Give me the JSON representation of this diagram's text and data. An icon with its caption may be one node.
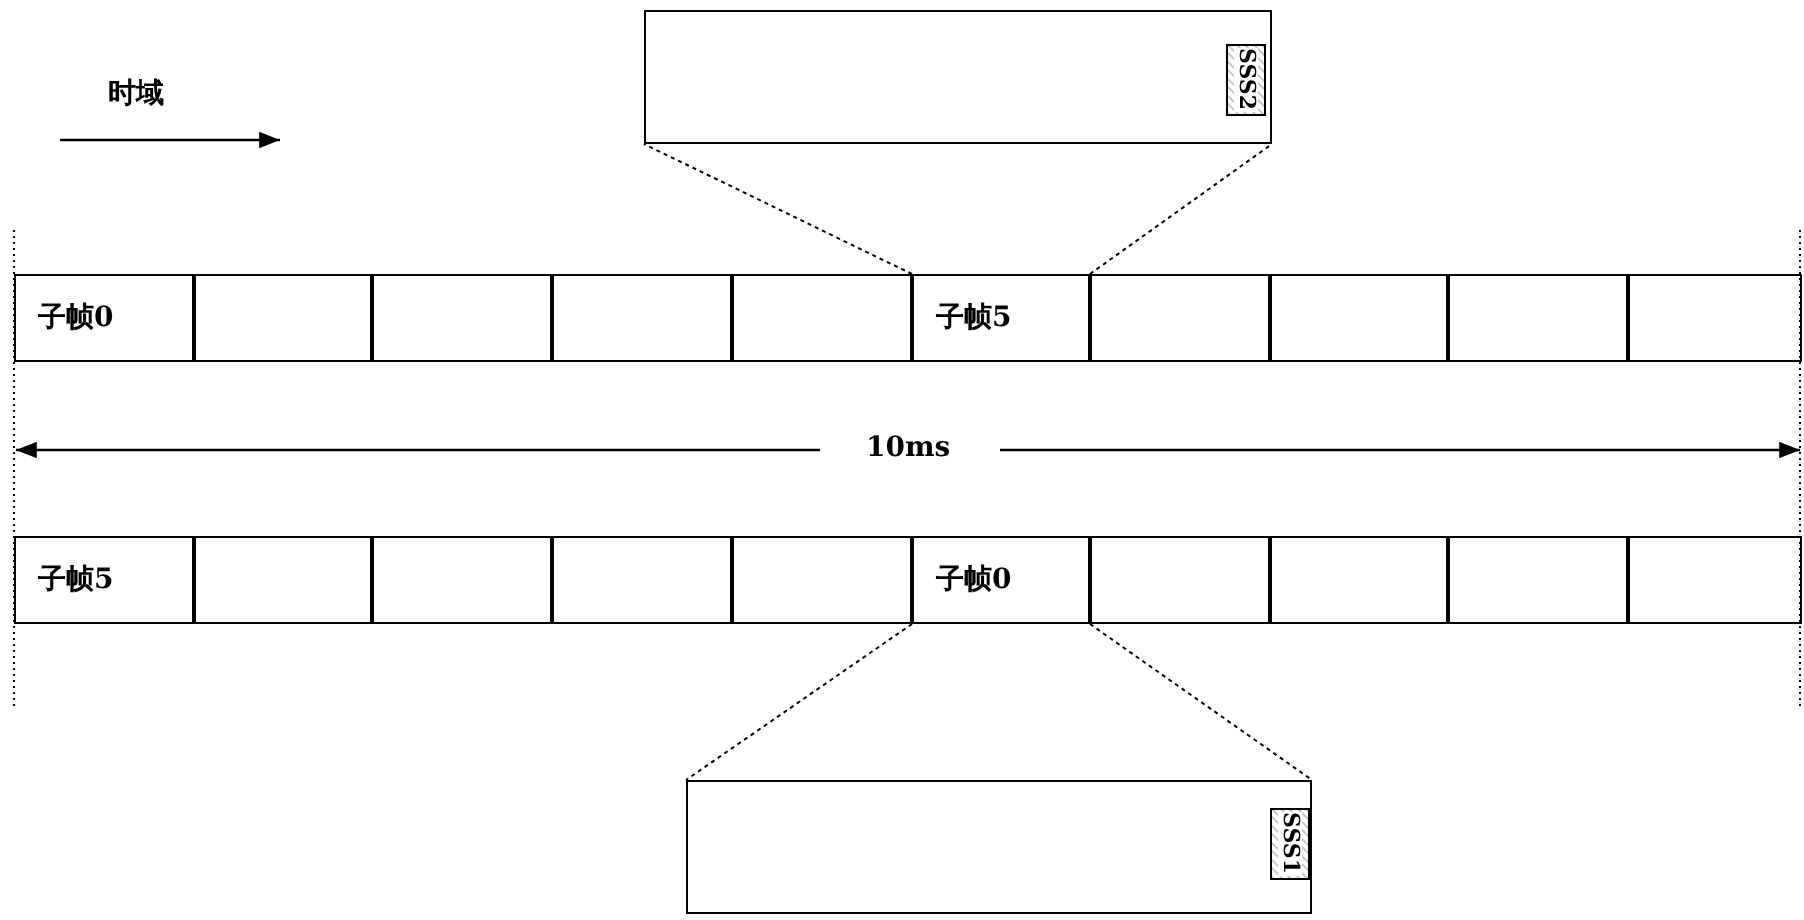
{
  "diagram": {
    "nodes": [
      {
        "text": [
          "子帧0"
        ]
      },
      {
        "text": [],
        "shape": "box"
      },
      {
        "text": [],
        "shape": "box"
      },
      {
        "text": [],
        "shape": "box"
      },
      {
        "text": [],
        "shape": "box"
      },
      {
        "text": [
          "子帧5"
        ]
      },
      {
        "text": [],
        "shape": "box"
      },
      {
        "text": [],
        "shape": "box"
      },
      {
        "text": [],
        "shape": "box"
      },
      {
        "text": [],
        "shape": "box"
      },
      {
        "text": [
          "子帧5"
        ]
      },
      {
        "text": [],
        "shape": "box"
      },
      {
        "text": [],
        "shape": "box"
      },
      {
        "text": [],
        "shape": "box"
      },
      {
        "text": [],
        "shape": "box"
      },
      {
        "text": [
          "子帧0"
        ]
      },
      {
        "text": [],
        "shape": "box"
      },
      {
        "text": [],
        "shape": "box"
      },
      {
        "text": [],
        "shape": "box"
      },
      {
        "text": [],
        "shape": "box"
      },
      {
        "text": [],
        "shape": "box"
      },
      {
        "text": [
          "SSS2"
        ],
        "in": 20
      },
      {
        "text": [],
        "shape": "box"
      },
      {
        "text": [
          "SSS1"
        ],
        "in": 22
      }
    ],
    "edges": [
      {
        "from": 5,
        "to": 20,
        "arrow": "none",
        "style": "dashed"
      },
      {
        "from": 5,
        "to": 20,
        "arrow": "none",
        "style": "dashed"
      },
      {
        "from": 15,
        "to": 22,
        "arrow": "none",
        "style": "dashed"
      },
      {
        "from": 15,
        "to": 22,
        "arrow": "none",
        "style": "dashed"
      }
    ],
    "labels": [
      "时域",
      "10ms"
    ]
  }
}
